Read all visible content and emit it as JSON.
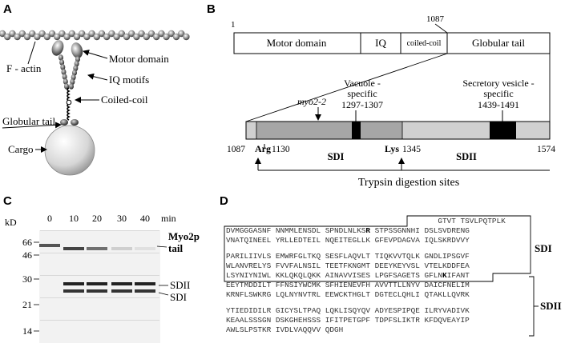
{
  "panel_a": {
    "letter": "A",
    "factin": "F - actin",
    "motor": "Motor domain",
    "iq": "IQ motifs",
    "coiled": "Coiled-coil",
    "tail": "Globular tail",
    "cargo": "Cargo"
  },
  "panel_b": {
    "letter": "B",
    "start": "1",
    "end": "1087",
    "domains": [
      "Motor domain",
      "IQ",
      "coiled-coil",
      "Globular tail"
    ],
    "vacuole_line1": "Vacuole -",
    "vacuole_line2": "specific",
    "vacuole_range": "1297-1307",
    "myo": "myo2-2",
    "secretory_line1": "Secretory vesicle -",
    "secretory_line2": "specific",
    "secretory_range": "1439-1491",
    "tail_start": "1087",
    "arg": "Arg",
    "arg_pos": "1130",
    "sdi": "SDI",
    "lys": "Lys",
    "lys_pos": "1345",
    "sdii": "SDII",
    "tail_end": "1574",
    "trypsin": "Trypsin digestion sites"
  },
  "panel_c": {
    "letter": "C",
    "kd": "kD",
    "times": [
      "0",
      "10",
      "20",
      "30",
      "40"
    ],
    "min": "min",
    "markers": [
      "66",
      "46",
      "30",
      "21",
      "14"
    ],
    "myo2p_line1": "Myo2p",
    "myo2p_line2": "tail",
    "sdii": "SDII",
    "sdi": "SDI"
  },
  "panel_d": {
    "letter": "D",
    "lines": [
      "                                               GTVT TSVLPQTPLK",
      "DVMGGGASNF NNMMLENSDL SPNDLNLKS",
      "VNATQINEEL YRLLEDTEIL NQEITEGLLK GFEVPDAGVA IQLSKRDVVY",
      "PARILIIVLS EMWRFGLTKQ SESFLAQVLT TIQKVVTQLK GNDLIPSGVF",
      "WLANVRELYS FVVFALNSIL TEETFKNGMT DEEYKEYVSL VTELKDDFEA",
      "LSYNIYNIWL KKLQKQLQKK AINAVVISES LPGFSAGETS GFLN",
      "EEYTMDDILT FFNSIYWCMK SFHIENEVFH AVVTTLLNYV DAICFNELIM",
      "KRNFLSWKRG LQLNYNVTRL EEWCKTHGLT DGTECLQHLI QTAKLLQVRK",
      "YTIEDIDILR GICYSLTPAQ LQKLISQYQV ADYESPIPQE ILRYVADIVK",
      "KEAALSSSGN DSKGHEHSSS IFITPETGPF TDPFSLIKTR KFDQVEAYIP",
      "AWLSLPSTKR IVDLVAQQVV QDGH"
    ],
    "bold_r": "R",
    "after_r": " STPSSGNNHI DSLSVDRENG",
    "bold_k": "K",
    "after_k": "IFANT",
    "sdi": "SDI",
    "sdii": "SDII"
  }
}
